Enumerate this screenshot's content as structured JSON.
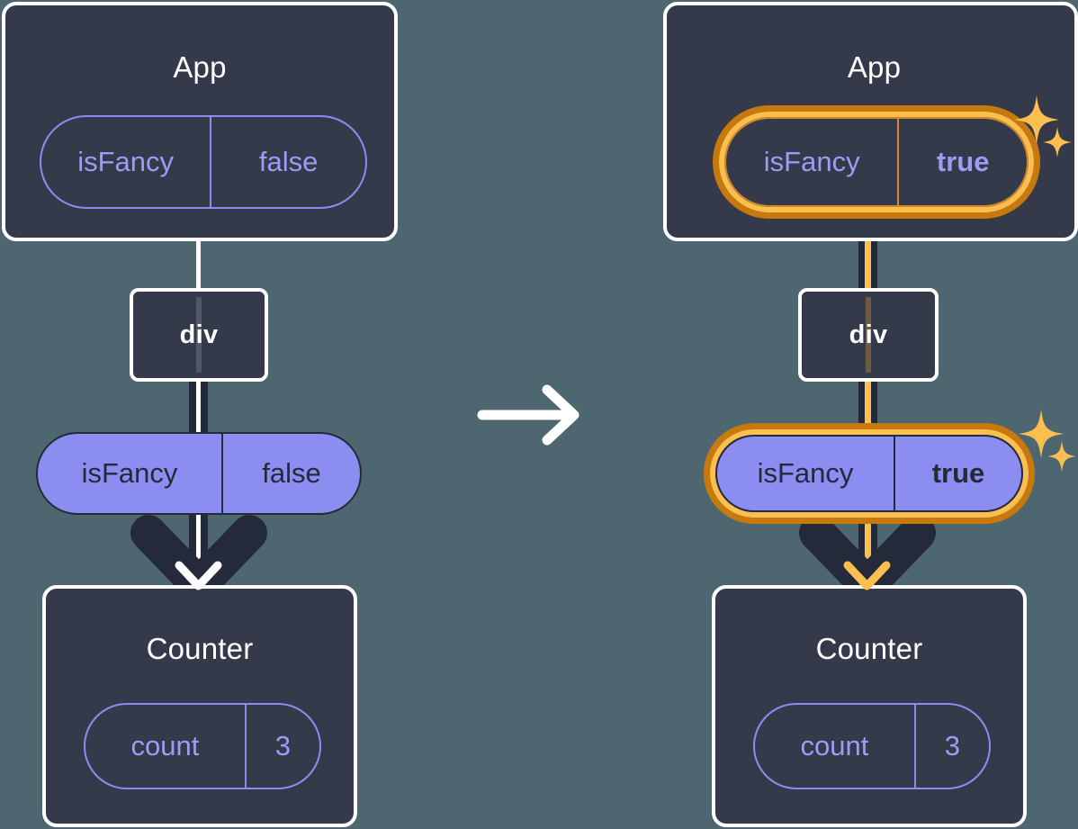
{
  "diagram": {
    "title": "React state propagation: isFancy flips from false to true",
    "background_color": "#4d6670",
    "accent_highlight_color": "#c8790d",
    "accent_highlight_inner_color": "#fbbf50",
    "pill_fill_color": "#8b8ef0",
    "box_fill_color": "#343a4a",
    "box_border_color": "#ffffff",
    "transition_icon": "arrow-right-icon"
  },
  "before": {
    "app": {
      "title": "App",
      "state_pill": {
        "label": "isFancy",
        "value": "false",
        "style": "ghost",
        "highlighted": false
      }
    },
    "div": {
      "label": "div"
    },
    "props_pill": {
      "label": "isFancy",
      "value": "false",
      "style": "solid",
      "highlighted": false
    },
    "counter": {
      "title": "Counter",
      "state_pill": {
        "label": "count",
        "value": "3",
        "style": "ghost",
        "highlighted": false
      }
    },
    "connector_color": "#ffffff",
    "arrow_color": "#ffffff"
  },
  "after": {
    "app": {
      "title": "App",
      "state_pill": {
        "label": "isFancy",
        "value": "true",
        "style": "ghost",
        "highlighted": true
      }
    },
    "div": {
      "label": "div"
    },
    "props_pill": {
      "label": "isFancy",
      "value": "true",
      "style": "solid",
      "highlighted": true
    },
    "counter": {
      "title": "Counter",
      "state_pill": {
        "label": "count",
        "value": "3",
        "style": "ghost",
        "highlighted": false
      }
    },
    "connector_color": "#fbbf50",
    "arrow_color": "#fbbf50",
    "sparkles": [
      "sparkle-large",
      "sparkle-small"
    ]
  }
}
